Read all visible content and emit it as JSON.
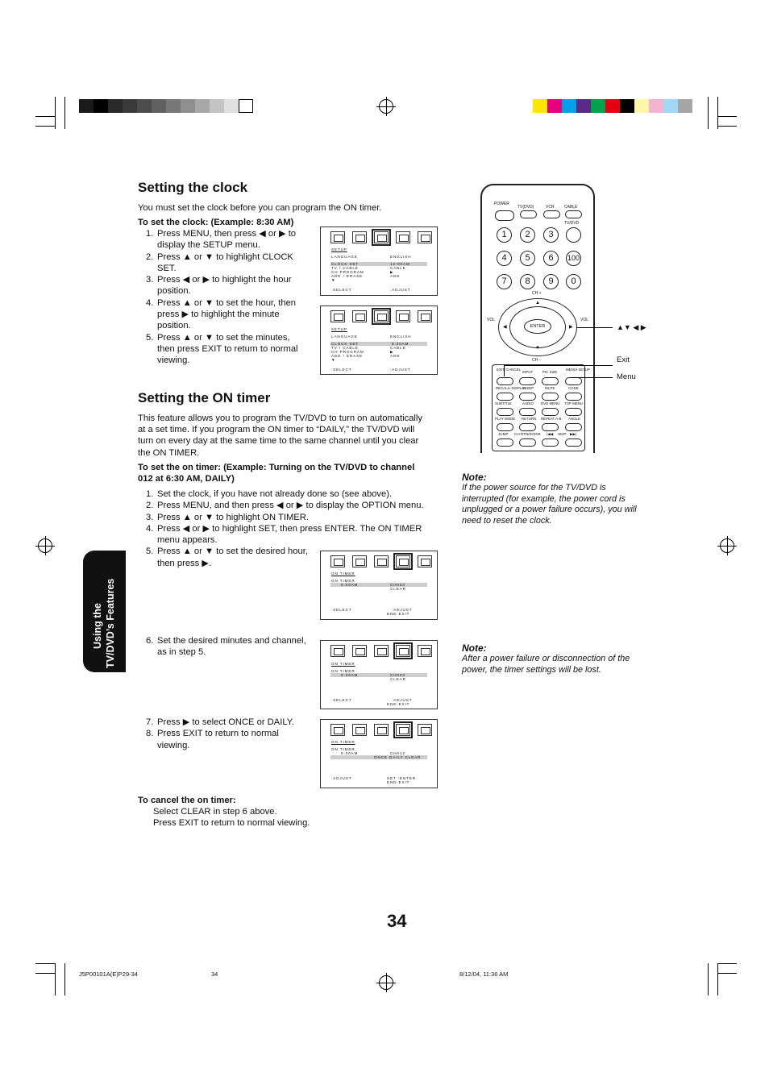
{
  "swatch_colors_left": [
    "#1a1a1a",
    "#000000",
    "#2a2a2a",
    "#3a3a3a",
    "#4d4d4d",
    "#616161",
    "#787878",
    "#8f8f8f",
    "#a8a8a8",
    "#c4c4c4",
    "#e0e0e0",
    "#ffffff"
  ],
  "swatch_colors_right": [
    "#ffe600",
    "#e6007e",
    "#00a0e9",
    "#5b2a87",
    "#00a24a",
    "#e60012",
    "#000000",
    "#fff7a8",
    "#f4b4d0",
    "#9fd9f6",
    "#a5a5a5"
  ],
  "section_clock": {
    "title": "Setting the clock",
    "intro": "You must set the clock before you can program the ON timer.",
    "subhead": "To set the clock: (Example: 8:30 AM)",
    "steps": [
      {
        "n": "1.",
        "line1": "Press MENU, then press ◀ or ▶ to",
        "line2": "display the SETUP menu."
      },
      {
        "n": "2.",
        "line1": "Press ▲ or ▼ to highlight CLOCK",
        "line2": "SET."
      },
      {
        "n": "3.",
        "line1": "Press ◀ or ▶ to highlight the hour",
        "line2": "position."
      },
      {
        "n": "4.",
        "line1": "Press ▲ or ▼ to set the hour, then",
        "line2": "press ▶ to highlight the minute",
        "line3": "position."
      },
      {
        "n": "5.",
        "line1": "Press ▲ or ▼ to set the minutes,",
        "line2": "then press EXIT to return to normal",
        "line3": "viewing."
      }
    ]
  },
  "osd_setup": {
    "title": "SETUP",
    "rows": [
      {
        "label": "LANGUAGE",
        "value": "ENGLISH"
      },
      {
        "label": "CLOCK SET",
        "value": "12:00AM"
      },
      {
        "label": "TV / CABLE",
        "value": "CABLE"
      },
      {
        "label": "CH PROGRAM",
        "value": "▶"
      },
      {
        "label": "ADD / ERASE",
        "value": "ADD"
      }
    ],
    "down": "▼",
    "select": ":SELECT",
    "adjust": ":ADJUST",
    "clock_value_2": "8:30AM"
  },
  "section_timer": {
    "title": "Setting the ON timer",
    "intro": [
      "This feature allows you to program the TV/DVD to turn on automatically",
      "at a set time. If you program the ON timer to “DAILY,” the TV/DVD will",
      "turn on every day at the same time to the same channel until you clear",
      "the ON TIMER."
    ],
    "subhead": [
      "To set the on timer: (Example: Turning on the TV/DVD to channel",
      "012 at 6:30 AM, DAILY)"
    ],
    "steps_a": [
      {
        "n": "1.",
        "line1": "Set the clock, if you have not already done so (see above)."
      },
      {
        "n": "2.",
        "line1": "Press MENU, and then press ◀ or ▶ to display the OPTION menu."
      },
      {
        "n": "3.",
        "line1": "Press ▲ or ▼ to highlight ON TIMER."
      },
      {
        "n": "4.",
        "line1": "Press ◀ or ▶ to highlight SET, then press ENTER. The ON TIMER",
        "line2": "menu appears."
      },
      {
        "n": "5.",
        "line1": "Press ▲ or ▼ to set the desired hour,",
        "line2": "then press ▶."
      }
    ],
    "step6": {
      "n": "6.",
      "line1": "Set the desired minutes and channel,",
      "line2": "as in step 5."
    },
    "step7": {
      "n": "7.",
      "line1": "Press ▶ to select ONCE or DAILY."
    },
    "step8": {
      "n": "8.",
      "line1": "Press EXIT to return to normal",
      "line2": "viewing."
    },
    "cancel_head": "To cancel the on timer:",
    "cancel_1": "Select CLEAR in step 6 above.",
    "cancel_2": "Press EXIT to return to normal viewing."
  },
  "osd_timer": {
    "title": "ON TIMER",
    "label": "ON TIMER",
    "time1": "6:00AM",
    "time2": "6:30AM",
    "ch1": "CH003",
    "ch2": "CH012",
    "clear": "CLEAR",
    "once_daily": "ONCE DAILY CLEAR",
    "select": ":SELECT",
    "adjust": ":ADJUST",
    "end_exit": "END:EXIT",
    "set_enter": "SET :ENTER"
  },
  "remote": {
    "power": "POWER",
    "tvdvd": "TV(DVD)",
    "vcr": "VCR",
    "cable": "CABLE",
    "tvdvd2": "TV/DVD",
    "digits": [
      "1",
      "2",
      "3",
      "4",
      "5",
      "6",
      "7",
      "8",
      "9",
      "0"
    ],
    "hundred": "100",
    "ch_plus": "CH +",
    "ch_minus": "CH –",
    "vol": "VOL",
    "enter": "ENTER",
    "row1": [
      "EXIT/ CANCEL",
      "INPUT",
      "PIC SIZE",
      "MENU/ SETUP"
    ],
    "row2": [
      "RECALL/ DISPLAY",
      "SLEEP",
      "MUTE",
      "CODE"
    ],
    "row3": [
      "SUBTITLE",
      "AUDIO",
      "DVD MENU",
      "TOP MENU"
    ],
    "row4": [
      "PLAY MODE",
      "RETURN",
      "REPEAT A-B",
      "ANGLE"
    ],
    "row5": [
      "JUMP",
      "CH RTN/ZOOM",
      "SKIP"
    ],
    "callout_arrows": "▲▼ ◀ ▶",
    "callout_exit": "Exit",
    "callout_menu": "Menu"
  },
  "note1": {
    "title": "Note:",
    "lines": [
      "If the power source for the TV/DVD is",
      "interrupted (for  example, the power cord is",
      "unplugged or a power failure occurs), you will",
      "need to reset the clock."
    ]
  },
  "note2": {
    "title": "Note:",
    "lines": [
      "After a power failure or disconnection of the",
      "power, the timer settings will be lost."
    ]
  },
  "side_tab": {
    "line1": "Using the",
    "line2": "TV/DVD’s Features"
  },
  "page_number": "34",
  "footer": {
    "left": "J5P00101A(E)P29-34",
    "center": "34",
    "right": "8/12/04, 11:36 AM"
  }
}
